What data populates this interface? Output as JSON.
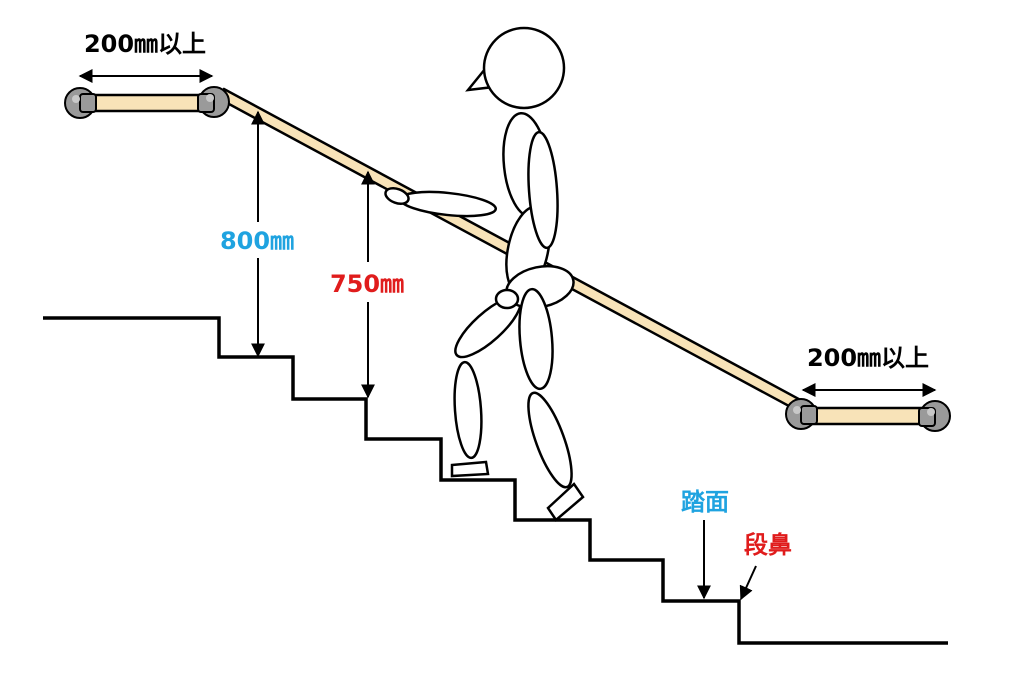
{
  "labels": {
    "extension_left": "200㎜以上",
    "extension_right": "200㎜以上",
    "height_upper": "800㎜",
    "height_lower": "750㎜",
    "tread": "踏面",
    "nosing": "段鼻"
  },
  "colors": {
    "blue": "#1fa3e0",
    "red": "#e01c1c",
    "rail": "#f8e3b8",
    "bracket": "#9a9a9a"
  }
}
